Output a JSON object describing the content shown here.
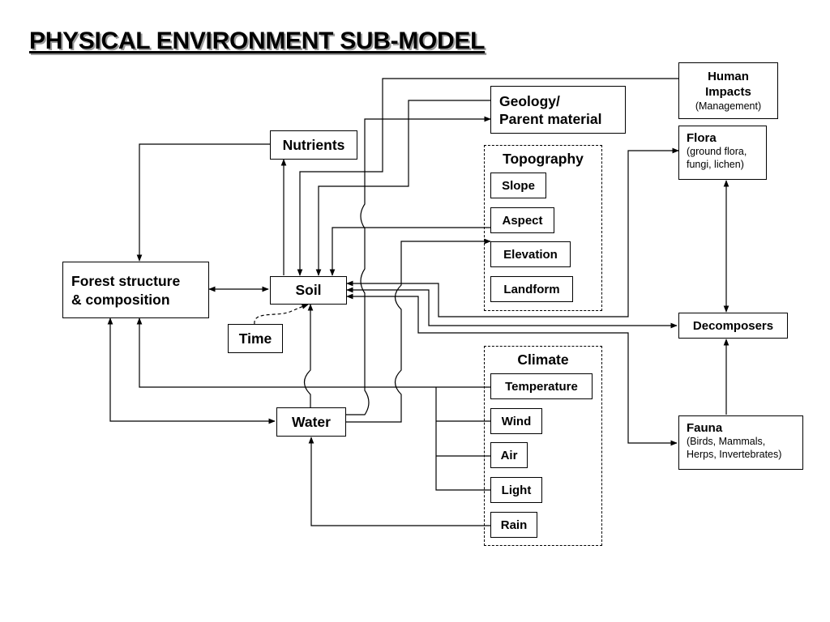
{
  "title": "PHYSICAL ENVIRONMENT SUB-MODEL",
  "nodes": {
    "human_impacts": {
      "line1": "Human",
      "line2": "Impacts",
      "sub": "(Management)"
    },
    "geology": {
      "line1": "Geology/",
      "line2": "Parent material"
    },
    "nutrients": "Nutrients",
    "flora": {
      "label": "Flora",
      "sub1": "(ground flora,",
      "sub2": "fungi, lichen)"
    },
    "forest_structure": {
      "line1": "Forest structure",
      "line2": "& composition"
    },
    "soil": "Soil",
    "time": "Time",
    "water": "Water",
    "decomposers": "Decomposers",
    "fauna": {
      "label": "Fauna",
      "sub1": "(Birds, Mammals,",
      "sub2": "Herps, Invertebrates)"
    }
  },
  "topography": {
    "label": "Topography",
    "items": [
      "Slope",
      "Aspect",
      "Elevation",
      "Landform"
    ]
  },
  "climate": {
    "label": "Climate",
    "items": [
      "Temperature",
      "Wind",
      "Air",
      "Light",
      "Rain"
    ]
  }
}
